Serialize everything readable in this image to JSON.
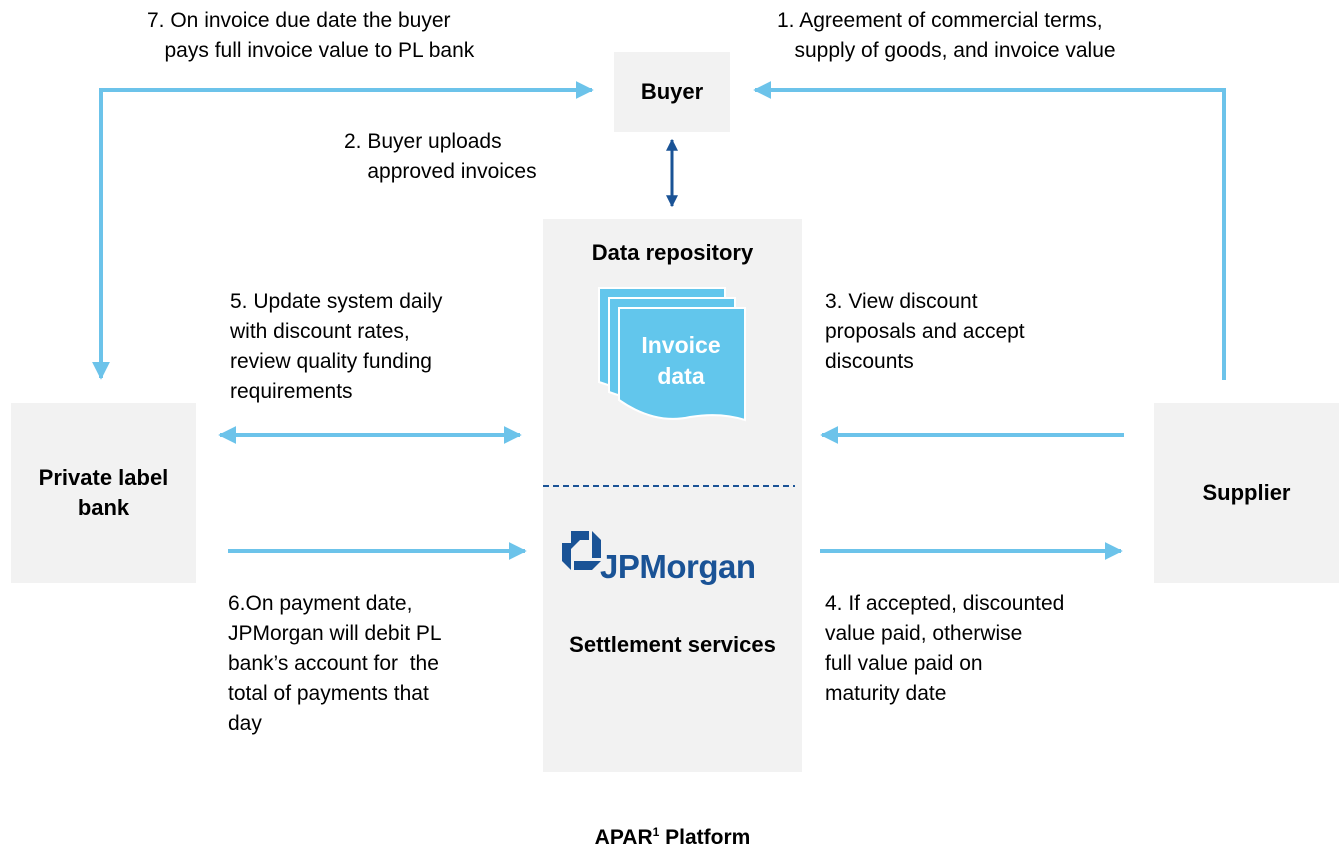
{
  "nodes": {
    "buyer": "Buyer",
    "private_label_bank": "Private label\nbank",
    "supplier": "Supplier",
    "data_repository": "Data repository",
    "invoice_data": "Invoice\ndata",
    "jpmorgan_logo_text": "JPMorgan",
    "settlement_services": "Settlement services",
    "platform_name": "APAR",
    "platform_superscript": "1",
    "platform_suffix": " Platform"
  },
  "steps": {
    "step1": "1. Agreement of commercial terms,\n   supply of goods, and invoice value",
    "step2": "2. Buyer uploads\n    approved invoices",
    "step3": "3. View discount\nproposals and accept\ndiscounts",
    "step4": "4. If accepted, discounted\nvalue paid, otherwise\nfull value paid on\nmaturity date",
    "step5": "5. Update system daily\nwith discount rates,\nreview quality funding\nrequirements",
    "step6": "6.On payment date,\nJPMorgan will debit PL\nbank’s account for  the\ntotal of payments that\nday",
    "step7": "7. On invoice due date the buyer\n   pays full invoice value to PL bank"
  },
  "colors": {
    "arrow": "#6cc3ea",
    "buyer_link": "#1a5396",
    "box_fill": "#f2f2f2",
    "document": "#62c6ec",
    "divider": "#1a5396",
    "jpmorgan_brand": "#1a5396"
  }
}
